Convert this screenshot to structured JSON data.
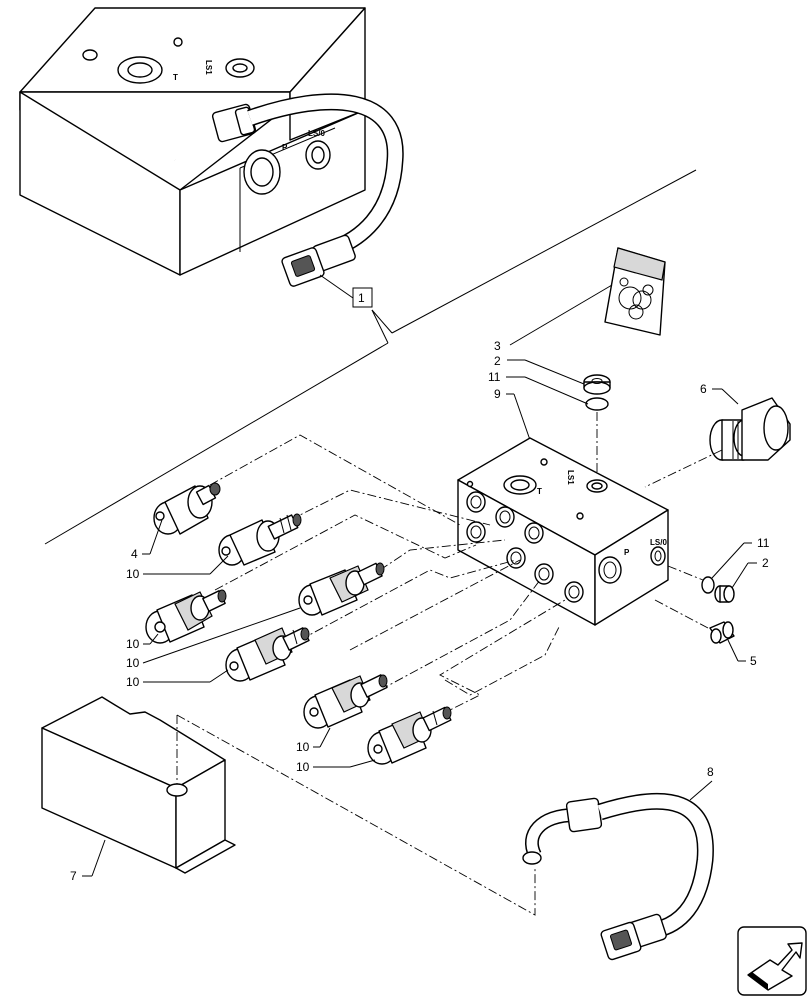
{
  "callouts": {
    "c1": "1",
    "c2a": "2",
    "c2b": "2",
    "c3": "3",
    "c4": "4",
    "c5": "5",
    "c6": "6",
    "c7": "7",
    "c8": "8",
    "c9": "9",
    "c10a": "10",
    "c10b": "10",
    "c10c": "10",
    "c10d": "10",
    "c10e": "10",
    "c10f": "10",
    "c11a": "11",
    "c11b": "11"
  },
  "ports": {
    "tank_t": "T",
    "tank_ls1": "LS1",
    "tank_p": "P",
    "tank_ls0": "LS/0",
    "block_t": "T",
    "block_ls1": "LS1",
    "block_p": "P",
    "block_ls0": "LS/0"
  },
  "icons": {
    "nav_arrow": "next-page-arrow-icon"
  }
}
